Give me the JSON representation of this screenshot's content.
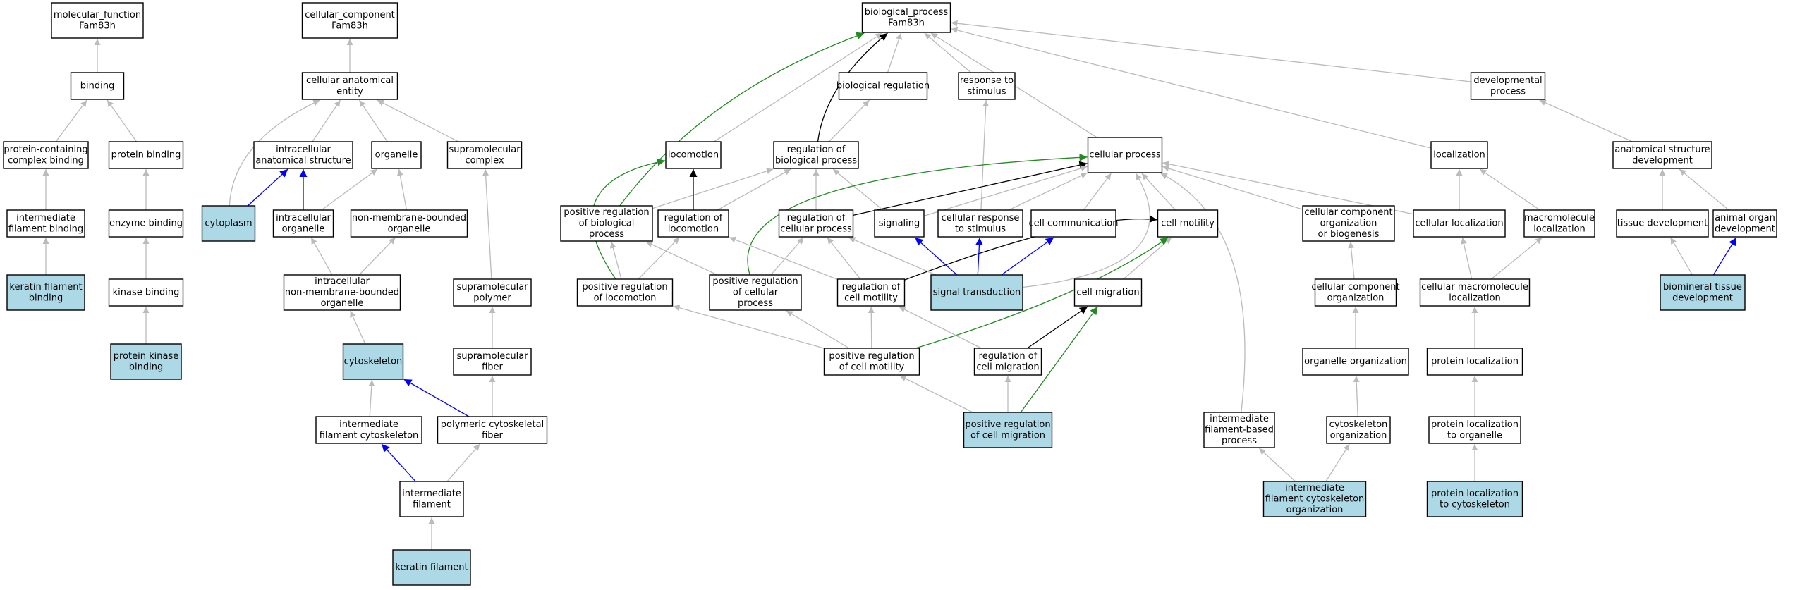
{
  "colors": {
    "default_fill": "#ffffff",
    "annotated_fill": "#add8e6",
    "edge_is_a": "#bbbbbb",
    "edge_part_of": "#0000ff",
    "edge_regulates": "#000000",
    "edge_positively_regulates": "#228b22"
  },
  "nodes": [
    {
      "id": "mf",
      "lines": [
        "molecular_function",
        "Fam83h"
      ],
      "annotated": false
    },
    {
      "id": "binding",
      "lines": [
        "binding"
      ],
      "annotated": false
    },
    {
      "id": "pcb",
      "lines": [
        "protein-containing",
        "complex binding"
      ],
      "annotated": false
    },
    {
      "id": "pb",
      "lines": [
        "protein binding"
      ],
      "annotated": false
    },
    {
      "id": "ifb",
      "lines": [
        "intermediate",
        "filament binding"
      ],
      "annotated": false
    },
    {
      "id": "eb",
      "lines": [
        "enzyme binding"
      ],
      "annotated": false
    },
    {
      "id": "kfb",
      "lines": [
        "keratin filament",
        "binding"
      ],
      "annotated": true
    },
    {
      "id": "kb",
      "lines": [
        "kinase binding"
      ],
      "annotated": false
    },
    {
      "id": "pkb",
      "lines": [
        "protein kinase",
        "binding"
      ],
      "annotated": true
    },
    {
      "id": "cc",
      "lines": [
        "cellular_component",
        "Fam83h"
      ],
      "annotated": false
    },
    {
      "id": "cae",
      "lines": [
        "cellular anatomical",
        "entity"
      ],
      "annotated": false
    },
    {
      "id": "ias",
      "lines": [
        "intracellular",
        "anatomical structure"
      ],
      "annotated": false
    },
    {
      "id": "organelle",
      "lines": [
        "organelle"
      ],
      "annotated": false
    },
    {
      "id": "smc",
      "lines": [
        "supramolecular",
        "complex"
      ],
      "annotated": false
    },
    {
      "id": "cytoplasm",
      "lines": [
        "cytoplasm"
      ],
      "annotated": true
    },
    {
      "id": "io",
      "lines": [
        "intracellular",
        "organelle"
      ],
      "annotated": false
    },
    {
      "id": "nmbo",
      "lines": [
        "non-membrane-bounded",
        "organelle"
      ],
      "annotated": false
    },
    {
      "id": "inmbo",
      "lines": [
        "intracellular",
        "non-membrane-bounded",
        "organelle"
      ],
      "annotated": false
    },
    {
      "id": "smp",
      "lines": [
        "supramolecular",
        "polymer"
      ],
      "annotated": false
    },
    {
      "id": "cytoskeleton",
      "lines": [
        "cytoskeleton"
      ],
      "annotated": true
    },
    {
      "id": "smf",
      "lines": [
        "supramolecular",
        "fiber"
      ],
      "annotated": false
    },
    {
      "id": "ifc",
      "lines": [
        "intermediate",
        "filament cytoskeleton"
      ],
      "annotated": false
    },
    {
      "id": "pcf",
      "lines": [
        "polymeric cytoskeletal",
        "fiber"
      ],
      "annotated": false
    },
    {
      "id": "if",
      "lines": [
        "intermediate",
        "filament"
      ],
      "annotated": false
    },
    {
      "id": "kf",
      "lines": [
        "keratin filament"
      ],
      "annotated": true
    },
    {
      "id": "bp",
      "lines": [
        "biological_process",
        "Fam83h"
      ],
      "annotated": false
    },
    {
      "id": "breg",
      "lines": [
        "biological regulation"
      ],
      "annotated": false
    },
    {
      "id": "rts",
      "lines": [
        "response to",
        "stimulus"
      ],
      "annotated": false
    },
    {
      "id": "devp",
      "lines": [
        "developmental",
        "process"
      ],
      "annotated": false
    },
    {
      "id": "loco",
      "lines": [
        "locomotion"
      ],
      "annotated": false
    },
    {
      "id": "rbp",
      "lines": [
        "regulation of",
        "biological process"
      ],
      "annotated": false
    },
    {
      "id": "cp",
      "lines": [
        "cellular process"
      ],
      "annotated": false
    },
    {
      "id": "loc",
      "lines": [
        "localization"
      ],
      "annotated": false
    },
    {
      "id": "asd",
      "lines": [
        "anatomical structure",
        "development"
      ],
      "annotated": false
    },
    {
      "id": "prbp",
      "lines": [
        "positive regulation",
        "of biological",
        "process"
      ],
      "annotated": false
    },
    {
      "id": "rloco",
      "lines": [
        "regulation of",
        "locomotion"
      ],
      "annotated": false
    },
    {
      "id": "rcp",
      "lines": [
        "regulation of",
        "cellular process"
      ],
      "annotated": false
    },
    {
      "id": "signaling",
      "lines": [
        "signaling"
      ],
      "annotated": false
    },
    {
      "id": "crs",
      "lines": [
        "cellular response",
        "to stimulus"
      ],
      "annotated": false
    },
    {
      "id": "ccom",
      "lines": [
        "cell communication"
      ],
      "annotated": false
    },
    {
      "id": "cmot",
      "lines": [
        "cell motility"
      ],
      "annotated": false
    },
    {
      "id": "ccob",
      "lines": [
        "cellular component",
        "organization",
        "or biogenesis"
      ],
      "annotated": false
    },
    {
      "id": "cloc",
      "lines": [
        "cellular localization"
      ],
      "annotated": false
    },
    {
      "id": "mloc",
      "lines": [
        "macromolecule",
        "localization"
      ],
      "annotated": false
    },
    {
      "id": "td",
      "lines": [
        "tissue development"
      ],
      "annotated": false
    },
    {
      "id": "aod",
      "lines": [
        "animal organ",
        "development"
      ],
      "annotated": false
    },
    {
      "id": "prloco",
      "lines": [
        "positive regulation",
        "of locomotion"
      ],
      "annotated": false
    },
    {
      "id": "prcp",
      "lines": [
        "positive regulation",
        "of cellular",
        "process"
      ],
      "annotated": false
    },
    {
      "id": "rcm",
      "lines": [
        "regulation of",
        "cell motility"
      ],
      "annotated": false
    },
    {
      "id": "st",
      "lines": [
        "signal transduction"
      ],
      "annotated": true
    },
    {
      "id": "cmig",
      "lines": [
        "cell migration"
      ],
      "annotated": false
    },
    {
      "id": "cco",
      "lines": [
        "cellular component",
        "organization"
      ],
      "annotated": false
    },
    {
      "id": "cmloc",
      "lines": [
        "cellular macromolecule",
        "localization"
      ],
      "annotated": false
    },
    {
      "id": "btd",
      "lines": [
        "biomineral tissue",
        "development"
      ],
      "annotated": true
    },
    {
      "id": "prcm",
      "lines": [
        "positive regulation",
        "of cell motility"
      ],
      "annotated": false
    },
    {
      "id": "rcmig",
      "lines": [
        "regulation of",
        "cell migration"
      ],
      "annotated": false
    },
    {
      "id": "oo",
      "lines": [
        "organelle organization"
      ],
      "annotated": false
    },
    {
      "id": "ploc",
      "lines": [
        "protein localization"
      ],
      "annotated": false
    },
    {
      "id": "prcmig",
      "lines": [
        "positive regulation",
        "of cell migration"
      ],
      "annotated": true
    },
    {
      "id": "ifbp",
      "lines": [
        "intermediate",
        "filament-based",
        "process"
      ],
      "annotated": false
    },
    {
      "id": "cso",
      "lines": [
        "cytoskeleton",
        "organization"
      ],
      "annotated": false
    },
    {
      "id": "plo",
      "lines": [
        "protein localization",
        "to organelle"
      ],
      "annotated": false
    },
    {
      "id": "ifco",
      "lines": [
        "intermediate",
        "filament cytoskeleton",
        "organization"
      ],
      "annotated": true
    },
    {
      "id": "plc",
      "lines": [
        "protein localization",
        "to cytoskeleton"
      ],
      "annotated": true
    }
  ],
  "edges": [
    {
      "from": "binding",
      "to": "mf",
      "type": "is_a"
    },
    {
      "from": "pcb",
      "to": "binding",
      "type": "is_a"
    },
    {
      "from": "pb",
      "to": "binding",
      "type": "is_a"
    },
    {
      "from": "ifb",
      "to": "pcb",
      "type": "is_a"
    },
    {
      "from": "eb",
      "to": "pb",
      "type": "is_a"
    },
    {
      "from": "kfb",
      "to": "ifb",
      "type": "is_a"
    },
    {
      "from": "kb",
      "to": "eb",
      "type": "is_a"
    },
    {
      "from": "pkb",
      "to": "kb",
      "type": "is_a"
    },
    {
      "from": "cae",
      "to": "cc",
      "type": "is_a"
    },
    {
      "from": "ias",
      "to": "cae",
      "type": "is_a"
    },
    {
      "from": "organelle",
      "to": "cae",
      "type": "is_a"
    },
    {
      "from": "smc",
      "to": "cae",
      "type": "is_a"
    },
    {
      "from": "cytoplasm",
      "to": "cae",
      "type": "is_a"
    },
    {
      "from": "cytoplasm",
      "to": "ias",
      "type": "part_of"
    },
    {
      "from": "io",
      "to": "ias",
      "type": "part_of"
    },
    {
      "from": "io",
      "to": "organelle",
      "type": "is_a"
    },
    {
      "from": "nmbo",
      "to": "organelle",
      "type": "is_a"
    },
    {
      "from": "inmbo",
      "to": "io",
      "type": "is_a"
    },
    {
      "from": "inmbo",
      "to": "nmbo",
      "type": "is_a"
    },
    {
      "from": "smp",
      "to": "smc",
      "type": "is_a"
    },
    {
      "from": "cytoskeleton",
      "to": "inmbo",
      "type": "is_a"
    },
    {
      "from": "smf",
      "to": "smp",
      "type": "is_a"
    },
    {
      "from": "ifc",
      "to": "cytoskeleton",
      "type": "is_a"
    },
    {
      "from": "pcf",
      "to": "cytoskeleton",
      "type": "part_of"
    },
    {
      "from": "pcf",
      "to": "smf",
      "type": "is_a"
    },
    {
      "from": "if",
      "to": "ifc",
      "type": "part_of"
    },
    {
      "from": "if",
      "to": "pcf",
      "type": "is_a"
    },
    {
      "from": "kf",
      "to": "if",
      "type": "is_a"
    },
    {
      "from": "breg",
      "to": "bp",
      "type": "is_a"
    },
    {
      "from": "rts",
      "to": "bp",
      "type": "is_a"
    },
    {
      "from": "devp",
      "to": "bp",
      "type": "is_a"
    },
    {
      "from": "loco",
      "to": "bp",
      "type": "is_a"
    },
    {
      "from": "rbp",
      "to": "bp",
      "type": "regulates"
    },
    {
      "from": "rbp",
      "to": "breg",
      "type": "is_a"
    },
    {
      "from": "cp",
      "to": "bp",
      "type": "is_a"
    },
    {
      "from": "loc",
      "to": "bp",
      "type": "is_a"
    },
    {
      "from": "asd",
      "to": "devp",
      "type": "is_a"
    },
    {
      "from": "prbp",
      "to": "bp",
      "type": "positively_regulates"
    },
    {
      "from": "prbp",
      "to": "rbp",
      "type": "is_a"
    },
    {
      "from": "rloco",
      "to": "loco",
      "type": "regulates"
    },
    {
      "from": "rloco",
      "to": "rbp",
      "type": "is_a"
    },
    {
      "from": "rcp",
      "to": "rbp",
      "type": "is_a"
    },
    {
      "from": "rcp",
      "to": "cp",
      "type": "regulates"
    },
    {
      "from": "signaling",
      "to": "rbp",
      "type": "is_a"
    },
    {
      "from": "signaling",
      "to": "cp",
      "type": "is_a"
    },
    {
      "from": "crs",
      "to": "rts",
      "type": "is_a"
    },
    {
      "from": "crs",
      "to": "cp",
      "type": "is_a"
    },
    {
      "from": "ccom",
      "to": "cp",
      "type": "is_a"
    },
    {
      "from": "cmot",
      "to": "cp",
      "type": "is_a"
    },
    {
      "from": "ccob",
      "to": "cp",
      "type": "is_a"
    },
    {
      "from": "cloc",
      "to": "cp",
      "type": "is_a"
    },
    {
      "from": "cloc",
      "to": "loc",
      "type": "is_a"
    },
    {
      "from": "mloc",
      "to": "loc",
      "type": "is_a"
    },
    {
      "from": "td",
      "to": "asd",
      "type": "is_a"
    },
    {
      "from": "aod",
      "to": "asd",
      "type": "is_a"
    },
    {
      "from": "prloco",
      "to": "loco",
      "type": "positively_regulates"
    },
    {
      "from": "prloco",
      "to": "prbp",
      "type": "is_a"
    },
    {
      "from": "prloco",
      "to": "rloco",
      "type": "is_a"
    },
    {
      "from": "prcp",
      "to": "cp",
      "type": "positively_regulates"
    },
    {
      "from": "prcp",
      "to": "prbp",
      "type": "is_a"
    },
    {
      "from": "prcp",
      "to": "rcp",
      "type": "is_a"
    },
    {
      "from": "rcm",
      "to": "rloco",
      "type": "is_a"
    },
    {
      "from": "rcm",
      "to": "rcp",
      "type": "is_a"
    },
    {
      "from": "rcm",
      "to": "cmot",
      "type": "regulates"
    },
    {
      "from": "st",
      "to": "rcp",
      "type": "is_a"
    },
    {
      "from": "st",
      "to": "signaling",
      "type": "part_of"
    },
    {
      "from": "st",
      "to": "crs",
      "type": "part_of"
    },
    {
      "from": "st",
      "to": "ccom",
      "type": "part_of"
    },
    {
      "from": "st",
      "to": "cp",
      "type": "is_a"
    },
    {
      "from": "cmig",
      "to": "cmot",
      "type": "is_a"
    },
    {
      "from": "cco",
      "to": "ccob",
      "type": "is_a"
    },
    {
      "from": "cmloc",
      "to": "cloc",
      "type": "is_a"
    },
    {
      "from": "cmloc",
      "to": "mloc",
      "type": "is_a"
    },
    {
      "from": "btd",
      "to": "td",
      "type": "is_a"
    },
    {
      "from": "btd",
      "to": "aod",
      "type": "part_of"
    },
    {
      "from": "prcm",
      "to": "prloco",
      "type": "is_a"
    },
    {
      "from": "prcm",
      "to": "prcp",
      "type": "is_a"
    },
    {
      "from": "prcm",
      "to": "rcm",
      "type": "is_a"
    },
    {
      "from": "prcm",
      "to": "cmot",
      "type": "positively_regulates"
    },
    {
      "from": "rcmig",
      "to": "rcm",
      "type": "is_a"
    },
    {
      "from": "rcmig",
      "to": "cmig",
      "type": "regulates"
    },
    {
      "from": "oo",
      "to": "cco",
      "type": "is_a"
    },
    {
      "from": "ploc",
      "to": "cmloc",
      "type": "is_a"
    },
    {
      "from": "prcmig",
      "to": "prcm",
      "type": "is_a"
    },
    {
      "from": "prcmig",
      "to": "rcmig",
      "type": "is_a"
    },
    {
      "from": "prcmig",
      "to": "cmig",
      "type": "positively_regulates"
    },
    {
      "from": "ifbp",
      "to": "cp",
      "type": "is_a"
    },
    {
      "from": "cso",
      "to": "oo",
      "type": "is_a"
    },
    {
      "from": "plo",
      "to": "ploc",
      "type": "is_a"
    },
    {
      "from": "ifco",
      "to": "ifbp",
      "type": "is_a"
    },
    {
      "from": "ifco",
      "to": "cso",
      "type": "is_a"
    },
    {
      "from": "plc",
      "to": "plo",
      "type": "is_a"
    }
  ]
}
